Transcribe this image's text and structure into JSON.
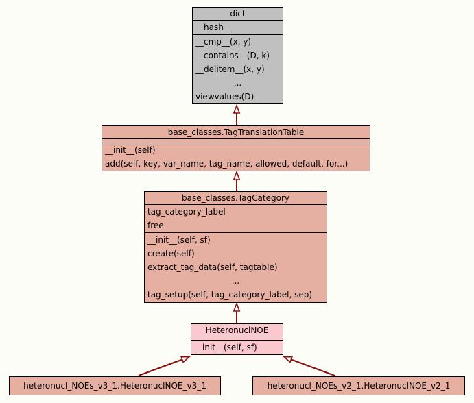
{
  "diagram": {
    "background": "#fdfdf7",
    "arrow_color": "#8b0f0f",
    "border_color": "#000000",
    "relation_style": "inheritance (hollow triangle arrowheads pointing to base class)"
  },
  "colors": {
    "builtin_class_fill": "#c0c0c0",
    "base_class_fill": "#e5afa1",
    "focus_class_fill": "#fac8cd"
  },
  "classes": [
    {
      "name": "dict",
      "fill": "#c0c0c0",
      "attributes": [
        "__hash__"
      ],
      "methods": [
        "__cmp__(x, y)",
        "__contains__(D, k)",
        "__delitem__(x, y)",
        "...",
        "viewvalues(D)"
      ]
    },
    {
      "name": "base_classes.TagTranslationTable",
      "fill": "#e5afa1",
      "attributes": [],
      "methods": [
        "__init__(self)",
        "add(self, key, var_name, tag_name, allowed, default, for...)"
      ]
    },
    {
      "name": "base_classes.TagCategory",
      "fill": "#e5afa1",
      "attributes": [
        "tag_category_label",
        "free"
      ],
      "methods": [
        "__init__(self, sf)",
        "create(self)",
        "extract_tag_data(self, tagtable)",
        "...",
        "tag_setup(self, tag_category_label, sep)"
      ]
    },
    {
      "name": "HeteronuclNOE",
      "fill": "#fac8cd",
      "attributes": [],
      "methods": [
        "__init__(self, sf)"
      ]
    },
    {
      "name": "heteronucl_NOEs_v3_1.HeteronuclNOE_v3_1",
      "fill": "#e5afa1",
      "attributes": [],
      "methods": []
    },
    {
      "name": "heteronucl_NOEs_v2_1.HeteronuclNOE_v2_1",
      "fill": "#e5afa1",
      "attributes": [],
      "methods": []
    }
  ],
  "edges": [
    {
      "from": "base_classes.TagTranslationTable",
      "to": "dict",
      "type": "inheritance"
    },
    {
      "from": "base_classes.TagCategory",
      "to": "base_classes.TagTranslationTable",
      "type": "inheritance"
    },
    {
      "from": "HeteronuclNOE",
      "to": "base_classes.TagCategory",
      "type": "inheritance"
    },
    {
      "from": "heteronucl_NOEs_v3_1.HeteronuclNOE_v3_1",
      "to": "HeteronuclNOE",
      "type": "inheritance"
    },
    {
      "from": "heteronucl_NOEs_v2_1.HeteronuclNOE_v2_1",
      "to": "HeteronuclNOE",
      "type": "inheritance"
    }
  ]
}
